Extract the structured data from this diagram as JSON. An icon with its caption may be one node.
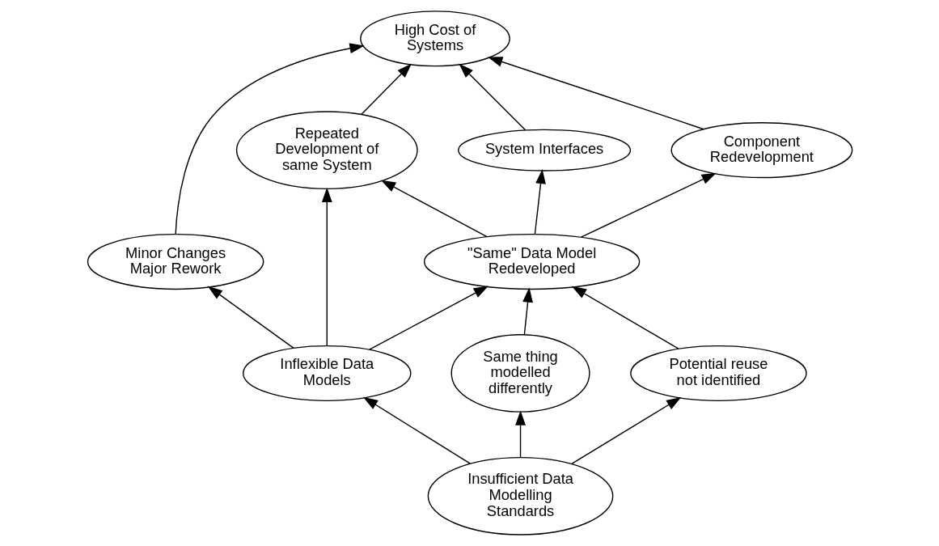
{
  "diagram": {
    "nodes": [
      {
        "text": [
          "High Cost of Systems"
        ]
      },
      {
        "text": [
          "Minor Changes Major Rework"
        ]
      },
      {
        "text": [
          "Repeated Development of same System"
        ]
      },
      {
        "text": [
          "System Interfaces"
        ]
      },
      {
        "text": [
          "Component Redevelopment"
        ]
      },
      {
        "text": [
          "\"Same\" Data Model Redeveloped"
        ]
      },
      {
        "text": [
          "Inflexible Data Models"
        ]
      },
      {
        "text": [
          "Same thing modelled differently"
        ]
      },
      {
        "text": [
          "Potential reuse not identified"
        ]
      },
      {
        "text": [
          "Insufficient Data Modelling Standards"
        ]
      }
    ],
    "edges": [
      {
        "from": 1,
        "to": 0,
        "arrow": "to"
      },
      {
        "from": 2,
        "to": 0,
        "arrow": "to"
      },
      {
        "from": 3,
        "to": 0,
        "arrow": "to"
      },
      {
        "from": 4,
        "to": 0,
        "arrow": "to"
      },
      {
        "from": 5,
        "to": 2,
        "arrow": "to"
      },
      {
        "from": 5,
        "to": 3,
        "arrow": "to"
      },
      {
        "from": 5,
        "to": 4,
        "arrow": "to"
      },
      {
        "from": 6,
        "to": 1,
        "arrow": "to"
      },
      {
        "from": 6,
        "to": 2,
        "arrow": "to"
      },
      {
        "from": 6,
        "to": 5,
        "arrow": "to"
      },
      {
        "from": 7,
        "to": 5,
        "arrow": "to"
      },
      {
        "from": 8,
        "to": 5,
        "arrow": "to"
      },
      {
        "from": 9,
        "to": 6,
        "arrow": "to"
      },
      {
        "from": 9,
        "to": 7,
        "arrow": "to"
      },
      {
        "from": 9,
        "to": 8,
        "arrow": "to"
      }
    ]
  }
}
